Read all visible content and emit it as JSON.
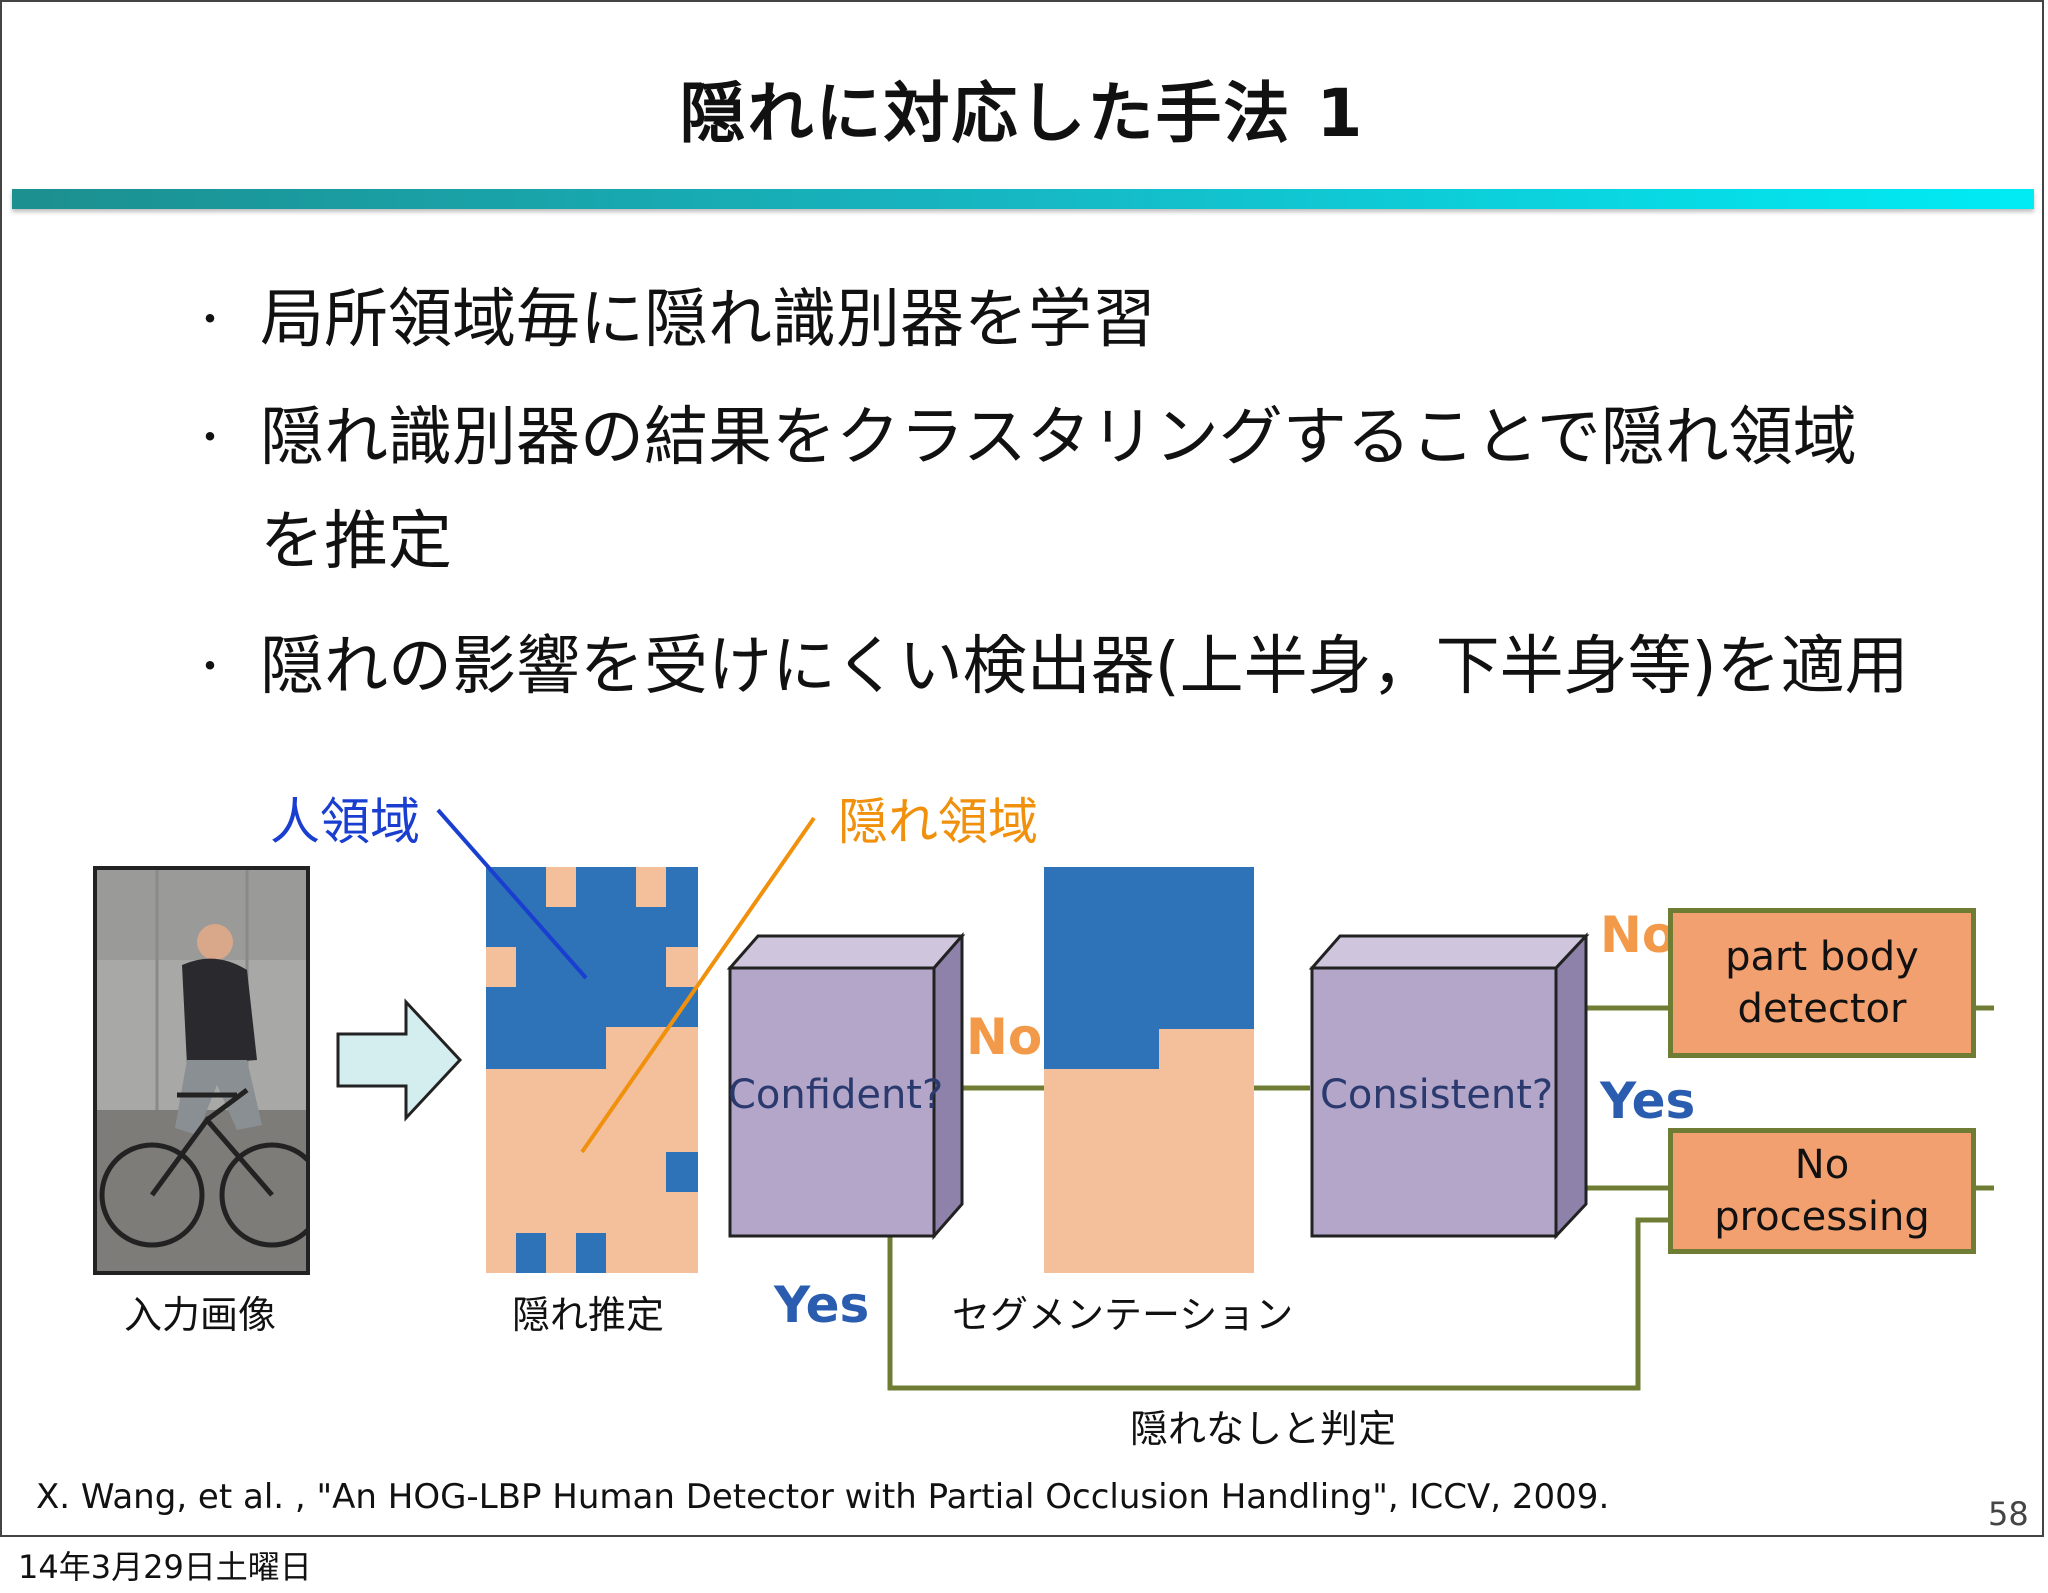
{
  "slide": {
    "title": "隠れに対応した手法 1",
    "bullets": [
      "局所領域毎に隠れ識別器を学習",
      "隠れ識別器の結果をクラスタリングすることで隠れ領域",
      "を推定",
      "隠れの影響を受けにくい検出器(上半身，下半身等)を適用"
    ],
    "bullet_marker": "・"
  },
  "diagram": {
    "label_human_region": "人領域",
    "label_occlusion_region": "隠れ領域",
    "caption_input": "入力画像",
    "caption_occlusion_estimate": "隠れ推定",
    "caption_segmentation": "セグメンテーション",
    "caption_no_occlusion": "隠れなしと判定",
    "cube1_label": "Confident?",
    "cube2_label": "Consistent?",
    "yes_label": "Yes",
    "no_label": "No",
    "box_part_body_line1": "part body",
    "box_part_body_line2": "detector",
    "box_no_processing_line1": "No",
    "box_no_processing_line2": "processing",
    "colors": {
      "human_blue": "#2e73b8",
      "occlusion_peach": "#f4c09c",
      "cube_purple": "#b3a6c9",
      "connector_olive": "#6e7c34",
      "label_blue": "#1a3fd0",
      "label_orange": "#f0900c",
      "no_orange": "#f29a4a",
      "yes_blue": "#2a5db0"
    }
  },
  "footer": {
    "citation": "X. Wang, et al. , \"An HOG-LBP Human Detector with Partial Occlusion Handling\", ICCV, 2009.",
    "page_number": "58"
  },
  "date_stamp": "14年3月29日土曜日"
}
